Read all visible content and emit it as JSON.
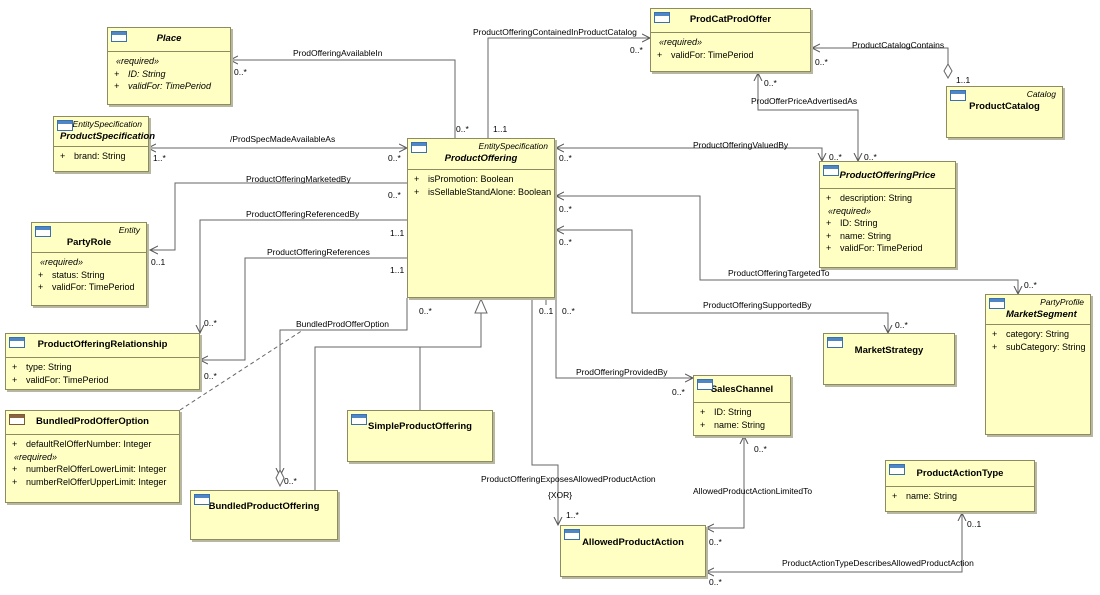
{
  "classes": {
    "place": {
      "stereotype": "",
      "name": "Place",
      "required_label": "«required»",
      "attributes": [
        {
          "vis": "+",
          "text": "ID: String"
        },
        {
          "vis": "+",
          "text": "validFor: TimePeriod"
        }
      ]
    },
    "product_specification": {
      "stereotype": "EntitySpecification",
      "name": "ProductSpecification",
      "attributes": [
        {
          "vis": "+",
          "text": "brand: String"
        }
      ]
    },
    "party_role": {
      "stereotype": "Entity",
      "name": "PartyRole",
      "required_label": "«required»",
      "attributes": [
        {
          "vis": "+",
          "text": "status: String"
        },
        {
          "vis": "+",
          "text": "validFor: TimePeriod"
        }
      ]
    },
    "product_offering_relationship": {
      "name": "ProductOfferingRelationship",
      "attributes": [
        {
          "vis": "+",
          "text": "type: String"
        },
        {
          "vis": "+",
          "text": "validFor: TimePeriod"
        }
      ]
    },
    "bundled_prod_offer_option": {
      "name": "BundledProdOfferOption",
      "attributes_top": [
        {
          "vis": "+",
          "text": "defaultRelOfferNumber: Integer"
        }
      ],
      "required_label": "«required»",
      "attributes": [
        {
          "vis": "+",
          "text": "numberRelOfferLowerLimit: Integer"
        },
        {
          "vis": "+",
          "text": "numberRelOfferUpperLimit: Integer"
        }
      ]
    },
    "bundled_product_offering": {
      "name": "BundledProductOffering"
    },
    "simple_product_offering": {
      "name": "SimpleProductOffering"
    },
    "product_offering": {
      "stereotype": "EntitySpecification",
      "name": "ProductOffering",
      "attributes": [
        {
          "vis": "+",
          "text": "isPromotion: Boolean"
        },
        {
          "vis": "+",
          "text": "isSellableStandAlone: Boolean"
        }
      ]
    },
    "prod_cat_prod_offer": {
      "name": "ProdCatProdOffer",
      "required_label": "«required»",
      "attributes": [
        {
          "vis": "+",
          "text": "validFor: TimePeriod"
        }
      ]
    },
    "product_catalog": {
      "stereotype": "Catalog",
      "name": "ProductCatalog"
    },
    "product_offering_price": {
      "name": "ProductOfferingPrice",
      "attributes_top": [
        {
          "vis": "+",
          "text": "description: String"
        }
      ],
      "required_label": "«required»",
      "attributes": [
        {
          "vis": "+",
          "text": "ID: String"
        },
        {
          "vis": "+",
          "text": "name: String"
        },
        {
          "vis": "+",
          "text": "validFor: TimePeriod"
        }
      ]
    },
    "market_strategy": {
      "name": "MarketStrategy"
    },
    "market_segment": {
      "stereotype": "PartyProfile",
      "name": "MarketSegment",
      "attributes": [
        {
          "vis": "+",
          "text": "category: String"
        },
        {
          "vis": "+",
          "text": "subCategory: String"
        }
      ]
    },
    "sales_channel": {
      "name": "SalesChannel",
      "attributes": [
        {
          "vis": "+",
          "text": "ID: String"
        },
        {
          "vis": "+",
          "text": "name: String"
        }
      ]
    },
    "allowed_product_action": {
      "name": "AllowedProductAction"
    },
    "product_action_type": {
      "name": "ProductActionType",
      "attributes": [
        {
          "vis": "+",
          "text": "name: String"
        }
      ]
    }
  },
  "associations": {
    "prod_offering_available_in": "ProdOfferingAvailableIn",
    "product_offering_contained_in_product_catalog": "ProductOfferingContainedInProductCatalog",
    "product_catalog_contains": "ProductCatalogContains",
    "prod_offer_price_advertised_as": "ProdOfferPriceAdvertisedAs",
    "prod_spec_made_available_as": "/ProdSpecMadeAvailableAs",
    "product_offering_valued_by": "ProductOfferingValuedBy",
    "product_offering_marketed_by": "ProductOfferingMarketedBy",
    "product_offering_referenced_by": "ProductOfferingReferencedBy",
    "product_offering_references": "ProductOfferingReferences",
    "product_offering_targeted_to": "ProductOfferingTargetedTo",
    "product_offering_supported_by": "ProductOfferingSupportedBy",
    "bundled_prod_offer_option": "BundledProdOfferOption",
    "prod_offering_provided_by": "ProdOfferingProvidedBy",
    "product_offering_exposes_allowed_product_action": "ProductOfferingExposesAllowedProductAction",
    "xor": "{XOR}",
    "allowed_product_action_limited_to": "AllowedProductActionLimitedTo",
    "product_action_type_describes_allowed_product_action": "ProductActionTypeDescribesAllowedProductAction"
  },
  "multiplicities": {
    "place_available": "0..*",
    "po_available": "0..*",
    "po_contained": "1..1",
    "pcpo_contained": "0..*",
    "pcpo_contains": "0..*",
    "catalog_contains": "1..1",
    "pcpo_advertised": "0..*",
    "pop_advertised": "0..*",
    "pspec_made": "1..*",
    "po_made": "0..*",
    "po_valued": "0..*",
    "pop_valued": "0..*",
    "partyrole_marketed": "0..1",
    "po_marketed": "0..*",
    "po_referenced": "1..1",
    "po_references": "1..1",
    "por_referenced": "0..*",
    "por_references": "0..*",
    "po_targeted": "0..*",
    "ms_targeted": "0..*",
    "po_supported": "0..*",
    "mstrat_supported": "0..*",
    "po_option": "0..*",
    "bpo_option": "0..*",
    "po_provided_1": "0..1",
    "po_provided_2": "0..*",
    "sc_provided": "0..*",
    "apa_exposes": "1..*",
    "sc_limited": "0..*",
    "apa_limited": "0..*",
    "pat_describes": "0..1",
    "apa_describes": "0..*"
  }
}
